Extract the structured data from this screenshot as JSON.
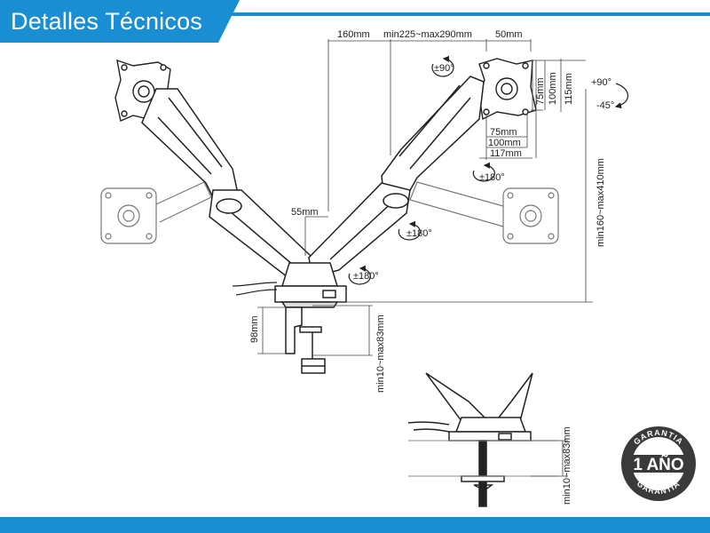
{
  "header": {
    "title": "Detalles Técnicos"
  },
  "dimensions": {
    "top_160": "160mm",
    "top_range": "min225~max290mm",
    "top_50": "50mm",
    "rot_90": "±90°",
    "tilt_up": "+90°",
    "tilt_down": "-45°",
    "vesa_75h": "75mm",
    "vesa_100h": "100mm",
    "h_115": "115mm",
    "vesa_75w": "75mm",
    "vesa_100w": "100mm",
    "w_117": "117mm",
    "rot_180_a": "±180°",
    "rot_180_b": "±180°",
    "rot_180_c": "±180°",
    "gap_55": "55mm",
    "height_range": "min160~max410mm",
    "clamp_98": "98mm",
    "desk_range": "min10~max83mm",
    "grommet_range": "min10~max83mm"
  },
  "badge": {
    "top_text": "GARANTIA",
    "center_text": "1 AÑO",
    "bottom_text": "GARANTIA"
  },
  "colors": {
    "accent": "#1a8ed3",
    "line": "#222222",
    "badge": "#3a3a3a"
  }
}
